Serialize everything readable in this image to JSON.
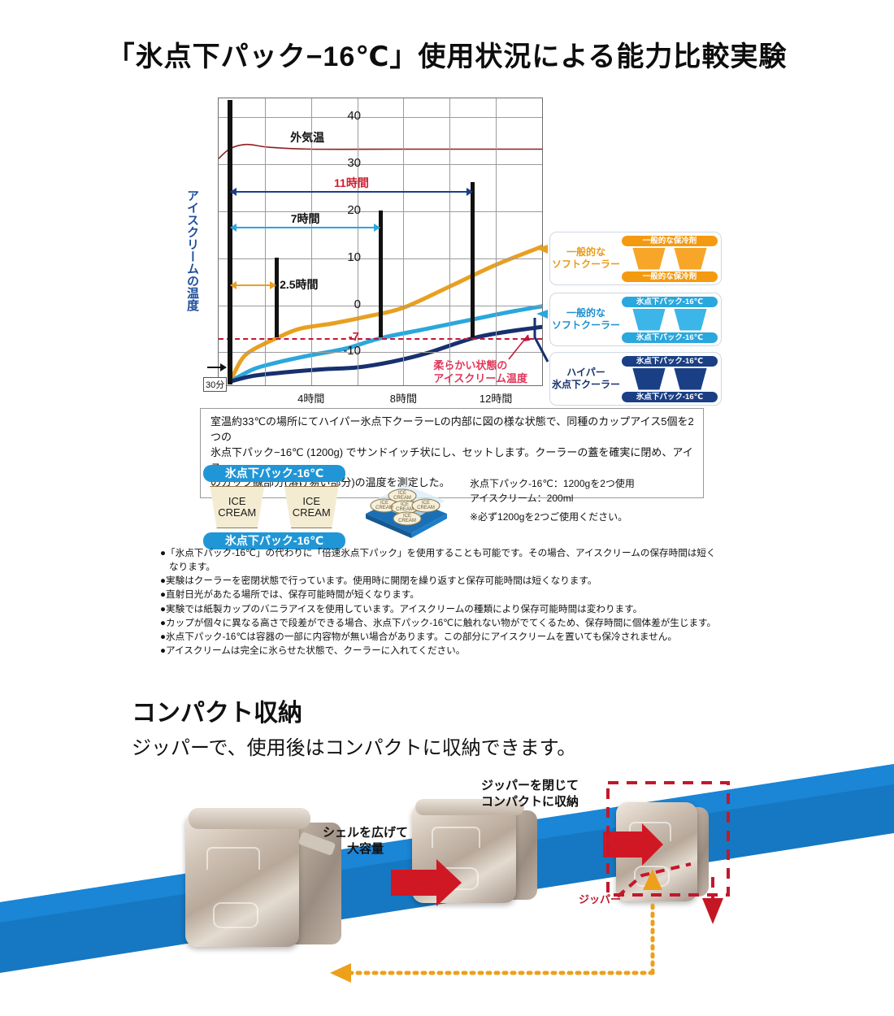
{
  "title": "「氷点下パック−16℃」使用状況による能力比較実験",
  "chart_data": {
    "type": "line",
    "title": "「氷点下パック−16℃」使用状況による能力比較実験",
    "xlabel": "",
    "ylabel": "アイスクリームの温度",
    "ylim": [
      -17,
      44
    ],
    "xlim": [
      0,
      14
    ],
    "grid": true,
    "legend_position": "right",
    "y_ticks": [
      40,
      30,
      20,
      10,
      0,
      -10
    ],
    "y_tick_labels": [
      "40",
      "30",
      "20",
      "10",
      "0",
      "-10"
    ],
    "x_ticks": [
      4,
      8,
      12
    ],
    "x_tick_labels": [
      "4時間",
      "8時間",
      "12時間"
    ],
    "threshold": {
      "value": -7,
      "label": "-7",
      "color": "#c2173a",
      "style": "dashed"
    },
    "start_marker": {
      "label": "30分",
      "x": 0.5
    },
    "annotations": [
      {
        "name": "outside-temp",
        "label": "外気温",
        "color": "#111111"
      },
      {
        "name": "soft-ice-temp",
        "label": "柔らかい状態の\nアイスクリーム温度",
        "color": "#e0385a"
      }
    ],
    "spans": [
      {
        "label": "11時間",
        "hours": 11,
        "color": "#1b3f84",
        "label_color": "#d01f2e"
      },
      {
        "label": "7時間",
        "hours": 7,
        "color": "#2aa7dd",
        "label_color": "#111111"
      },
      {
        "label": "2.5時間",
        "hours": 2.5,
        "color": "#e8a020",
        "label_color": "#111111"
      }
    ],
    "series": [
      {
        "name": "外気温",
        "color": "#8b1f24",
        "x": [
          0,
          0.5,
          1.2,
          2.2,
          4,
          8,
          12,
          14
        ],
        "values": [
          31.2,
          33.3,
          34.2,
          33.6,
          33.2,
          33.2,
          33.2,
          33.2
        ]
      },
      {
        "name": "一般的なソフトクーラー + 一般的な保冷剤",
        "color": "#e8a020",
        "x": [
          0.5,
          1,
          1.5,
          2.5,
          3.5,
          5,
          6.5,
          8,
          10,
          12,
          14
        ],
        "values": [
          -16.2,
          -11.5,
          -9.4,
          -7.0,
          -5.0,
          -3.8,
          -2.3,
          -0.5,
          4.0,
          8.6,
          12.5
        ]
      },
      {
        "name": "一般的なソフトクーラー + 氷点下パック-16℃",
        "color": "#2aa7dd",
        "x": [
          0.5,
          1.5,
          2.5,
          4,
          5.5,
          7,
          9,
          11,
          12.5,
          14
        ],
        "values": [
          -16.2,
          -13.6,
          -12.2,
          -10.6,
          -9.2,
          -7.0,
          -5.0,
          -3.0,
          -1.5,
          -0.2
        ]
      },
      {
        "name": "ハイパー氷点下クーラー + 氷点下パック-16℃",
        "color": "#17306e",
        "x": [
          0.5,
          1.5,
          3,
          4.5,
          6,
          7.5,
          9,
          11,
          12.5,
          14
        ],
        "values": [
          -16.2,
          -15.0,
          -14.2,
          -13.6,
          -13.2,
          -12.0,
          -10.2,
          -7.0,
          -5.6,
          -4.6
        ]
      }
    ]
  },
  "legend": [
    {
      "cooler_label": "一般的な\nソフトクーラー",
      "cooler_label_color": "#e89b17",
      "pack_label": "一般的な保冷剤",
      "color": "#f49a11",
      "cup_color": "#f8a62a"
    },
    {
      "cooler_label": "一般的な\nソフトクーラー",
      "cooler_label_color": "#1f8fcf",
      "pack_label": "氷点下パック-16℃",
      "color": "#2aa7dd",
      "cup_color": "#3cb5e8"
    },
    {
      "cooler_label": "ハイパー\n氷点下クーラー",
      "cooler_label_color": "#17306e",
      "pack_label": "氷点下パック-16℃",
      "color": "#1b3f84",
      "cup_color": "#1b3f84"
    }
  ],
  "description": [
    "室温約33℃の場所にてハイパー氷点下クーラーLの内部に図の様な状態で、同種のカップアイス5個を2つの",
    "氷点下パック−16℃ (1200g) でサンドイッチ状にし、セットします。クーラーの蓋を確実に閉め、アイス",
    "のカップ縁部分(溶け易い部分)の温度を測定した。"
  ],
  "sandwich": {
    "top_pack": "氷点下パック-16℃",
    "bottom_pack": "氷点下パック-16℃",
    "cup_line1": "ICE",
    "cup_line2": "CREAM"
  },
  "usage": {
    "line1": "氷点下パック-16℃：1200gを2つ使用",
    "line2": "アイスクリーム：200ml",
    "caution": "※必ず1200gを2つご使用ください。"
  },
  "notes": [
    {
      "text": "●「氷点下パック-16℃」の代わりに「倍速氷点下パック」を使用することも可能です。その場合、アイスクリームの保存時間は短く",
      "cont": false
    },
    {
      "text": "なります。",
      "cont": true
    },
    {
      "text": "●実験はクーラーを密閉状態で行っています。使用時に開閉を繰り返すと保存可能時間は短くなります。",
      "cont": false
    },
    {
      "text": "●直射日光があたる場所では、保存可能時間が短くなります。",
      "cont": false
    },
    {
      "text": "●実験では紙製カップのバニラアイスを使用しています。アイスクリームの種類により保存可能時間は変わります。",
      "cont": false
    },
    {
      "text": "●カップが個々に異なる高さで段差ができる場合、氷点下パック-16℃に触れない物がでてくるため、保存時間に個体差が生じます。",
      "cont": false
    },
    {
      "text": "●氷点下パック-16℃は容器の一部に内容物が無い場合があります。この部分にアイスクリームを置いても保冷されません。",
      "cont": false
    },
    {
      "text": "●アイスクリームは完全に氷らせた状態で、クーラーに入れてください。",
      "cont": false
    }
  ],
  "section2": {
    "title": "コンパクト収納",
    "subtitle": "ジッパーで、使用後はコンパクトに収納できます。",
    "label_expanded": "シェルを広げて\n大容量",
    "label_expanded_line1": "シェルを広げて",
    "label_expanded_line2": "大容量",
    "label_compact_line1": "ジッパーを閉じて",
    "label_compact_line2": "コンパクトに収納",
    "zipper_label": "ジッパー",
    "accent_blue": "#1678c2",
    "accent_red": "#c2182c",
    "accent_orange": "#eda01b"
  }
}
